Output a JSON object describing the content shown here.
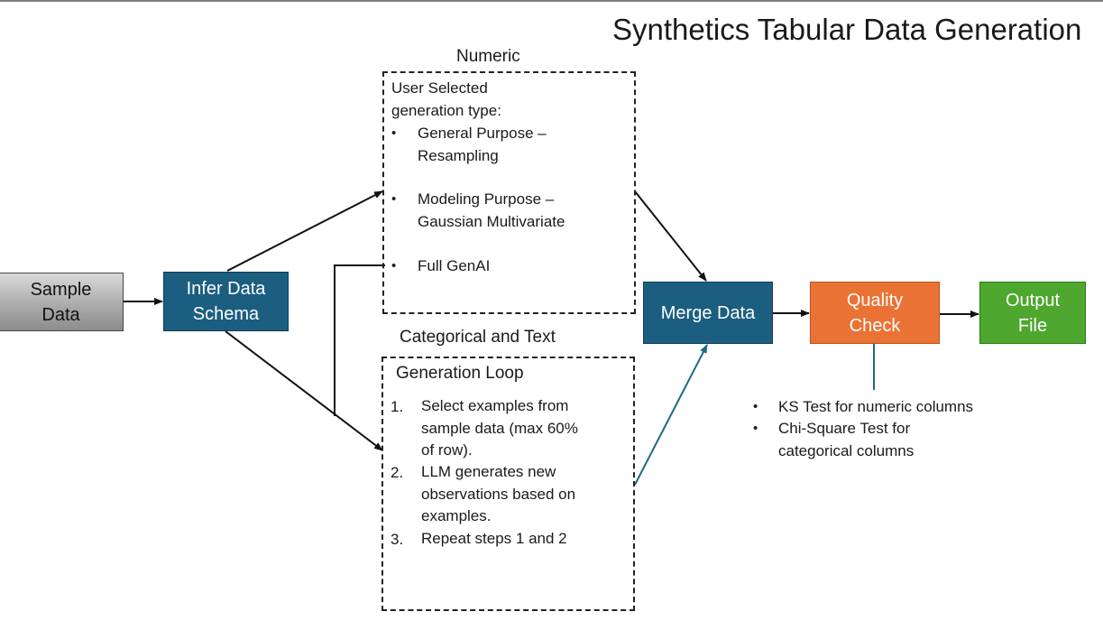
{
  "title": "Synthetics Tabular Data Generation",
  "nodes": {
    "sample": "Sample\nData",
    "infer": "Infer Data\nSchema",
    "merge": "Merge Data",
    "quality": "Quality\nCheck",
    "output": "Output\nFile"
  },
  "numeric": {
    "label": "Numeric",
    "intro": "User Selected\ngeneration type:",
    "items": [
      "General  Purpose –\nResampling",
      "Modeling Purpose –\nGaussian Multivariate",
      "Full GenAI"
    ]
  },
  "categorical": {
    "label": "Categorical and Text",
    "loop_title": "Generation Loop",
    "steps": [
      {
        "num": "1.",
        "text": "Select examples from\nsample data (max 60%\nof row)."
      },
      {
        "num": "2.",
        "text": "LLM generates new\nobservations based on\nexamples."
      },
      {
        "num": "3.",
        "text": "Repeat steps 1 and 2"
      }
    ]
  },
  "quality_checks": [
    "KS Test for numeric columns",
    "Chi-Square Test for\ncategorical columns"
  ],
  "colors": {
    "schema_blue": "#1b5e80",
    "quality_orange": "#ea7234",
    "output_green": "#4ea72e",
    "teal_arrow": "#1b6a86"
  }
}
